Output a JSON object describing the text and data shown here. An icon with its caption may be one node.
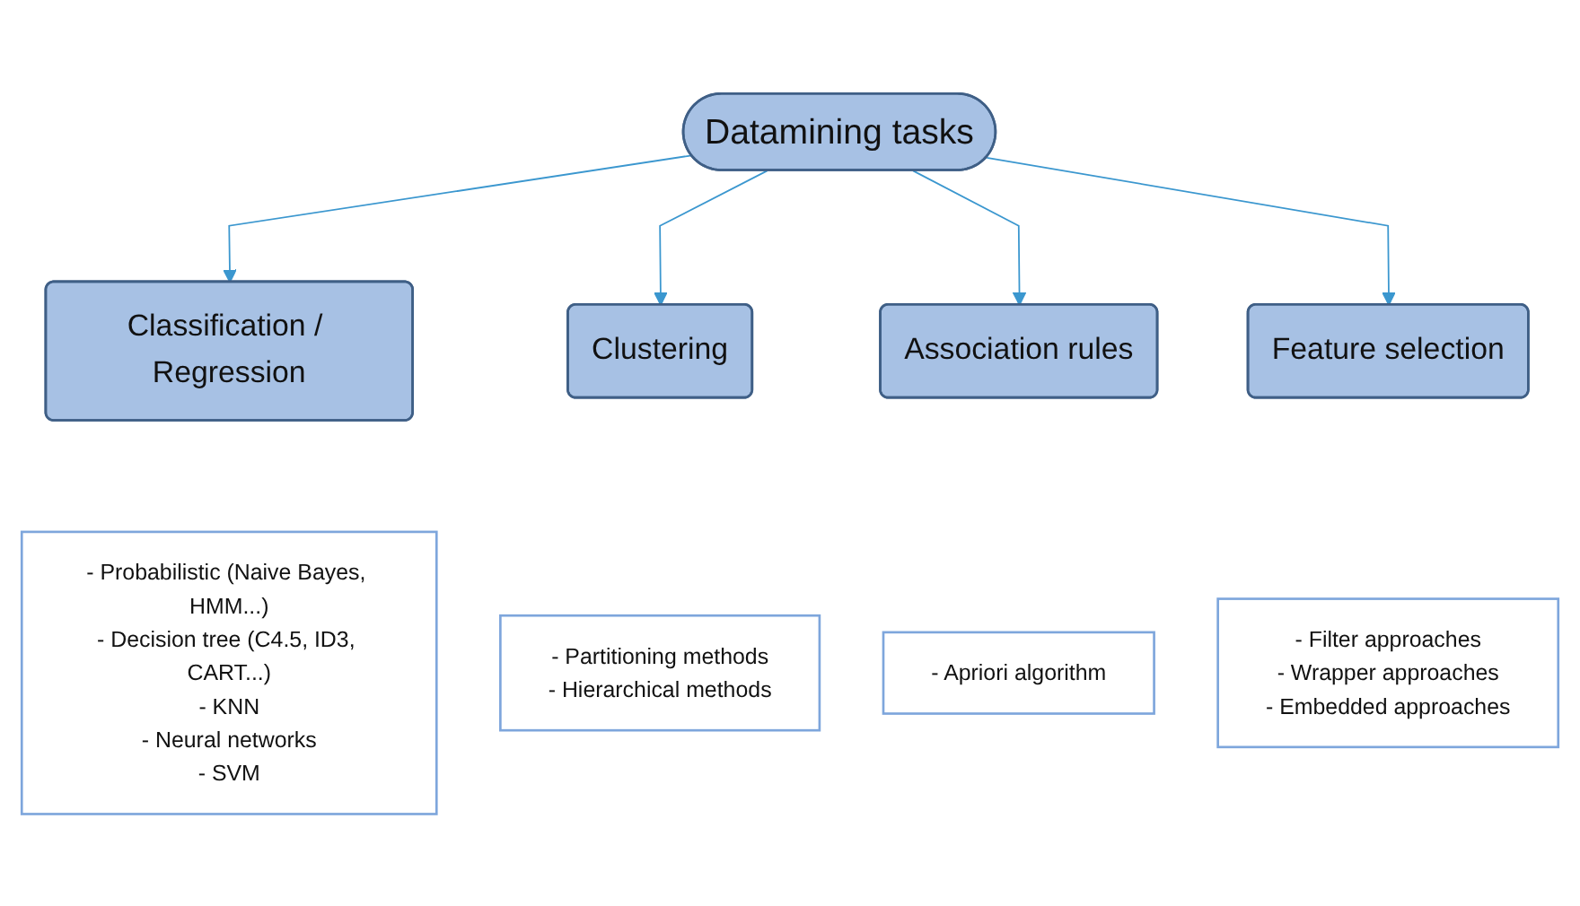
{
  "diagram": {
    "nodes": [
      {
        "text": [
          "Datamining tasks"
        ]
      },
      {
        "text": [
          "Classification / Regression"
        ]
      },
      {
        "text": [
          "Clustering"
        ]
      },
      {
        "text": [
          "Association rules"
        ]
      },
      {
        "text": [
          "Feature selection"
        ]
      },
      {
        "text": [
          "- Probabilistic (Naive Bayes, HMM...)",
          "- Decision tree (C4.5, ID3, CART...)",
          "- KNN",
          "- Neural networks",
          "- SVM"
        ]
      },
      {
        "text": [
          "- Partitioning methods",
          "- Hierarchical methods"
        ]
      },
      {
        "text": [
          "- Apriori algorithm"
        ]
      },
      {
        "text": [
          "- Filter approaches",
          "- Wrapper approaches",
          "- Embedded approaches"
        ]
      }
    ],
    "edges": [
      {
        "from": 0,
        "to": 1,
        "arrow": "to"
      },
      {
        "from": 0,
        "to": 2,
        "arrow": "to"
      },
      {
        "from": 0,
        "to": 3,
        "arrow": "to"
      },
      {
        "from": 0,
        "to": 4,
        "arrow": "to"
      }
    ]
  }
}
